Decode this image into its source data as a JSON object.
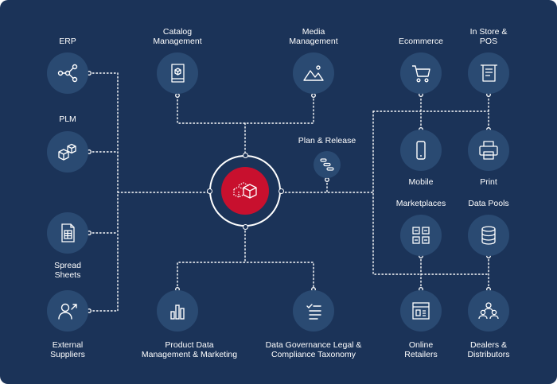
{
  "diagram": {
    "colors": {
      "background": "#1b3358",
      "node": "#2a4a72",
      "hub": "#c8102e",
      "line": "#ffffff"
    },
    "nodes": {
      "erp": {
        "label": "ERP",
        "icon": "network-icon"
      },
      "plm": {
        "label": "PLM",
        "icon": "cubes-icon"
      },
      "spreadsheets": {
        "label": "Spread\nSheets",
        "icon": "spreadsheet-icon"
      },
      "external_suppliers": {
        "label": "External\nSuppliers",
        "icon": "user-arrow-icon"
      },
      "catalog_management": {
        "label": "Catalog\nManagement",
        "icon": "catalog-book-icon"
      },
      "media_management": {
        "label": "Media\nManagement",
        "icon": "image-mountain-icon"
      },
      "plan_release": {
        "label": "Plan & Release",
        "icon": "timeline-icon"
      },
      "product_data": {
        "label": "Product Data\nManagement & Marketing",
        "icon": "bar-chart-icon"
      },
      "data_governance": {
        "label": "Data Governance Legal &\nCompliance Taxonomy",
        "icon": "checklist-icon"
      },
      "ecommerce": {
        "label": "Ecommerce",
        "icon": "cart-icon"
      },
      "in_store_pos": {
        "label": "In Store &\nPOS",
        "icon": "receipt-icon"
      },
      "mobile": {
        "label": "Mobile",
        "icon": "mobile-phone-icon"
      },
      "print": {
        "label": "Print",
        "icon": "printer-icon"
      },
      "marketplaces": {
        "label": "Marketplaces",
        "icon": "grid-icon"
      },
      "data_pools": {
        "label": "Data Pools",
        "icon": "database-icon"
      },
      "online_retailers": {
        "label": "Online\nRetailers",
        "icon": "browser-window-icon"
      },
      "dealers_distributors": {
        "label": "Dealers &\nDistributors",
        "icon": "people-icon"
      },
      "hub": {
        "icon": "boxes-hub-icon"
      }
    }
  }
}
